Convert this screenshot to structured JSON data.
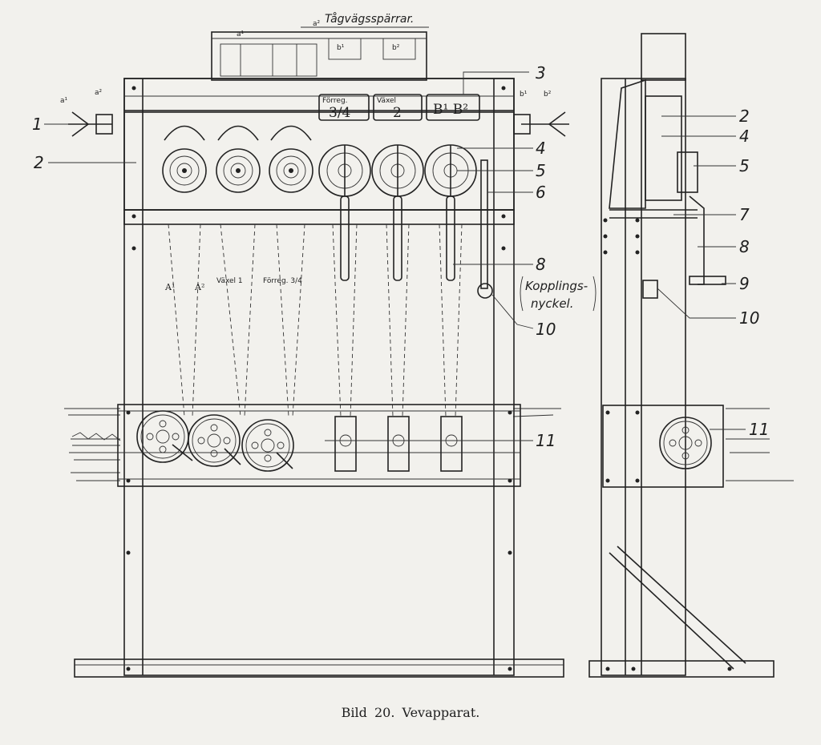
{
  "caption": "Bild 20.   Vevapparat.",
  "top_label": "Tågvägsspärrar.",
  "coupling_key_label": {
    "line1": "Kopplings-",
    "line2": "nyckel."
  },
  "front_numbers": [
    "1",
    "2",
    "3",
    "4",
    "5",
    "6",
    "8",
    "10",
    "11"
  ],
  "side_numbers": [
    "2",
    "4",
    "5",
    "7",
    "8",
    "9",
    "10",
    "11"
  ],
  "box_labels": [
    "3/4",
    "2",
    "B¹ B²"
  ],
  "box_small_labels": [
    "Förreg.",
    "Växel"
  ],
  "lever_labels": [
    "A¹",
    "A²",
    "Växel 1",
    "Förreg. 3/4"
  ],
  "lock_labels": [
    "a¹",
    "a²",
    "b¹",
    "b²"
  ],
  "colors": {
    "ink": "#222222",
    "paper": "#f2f1ed"
  }
}
